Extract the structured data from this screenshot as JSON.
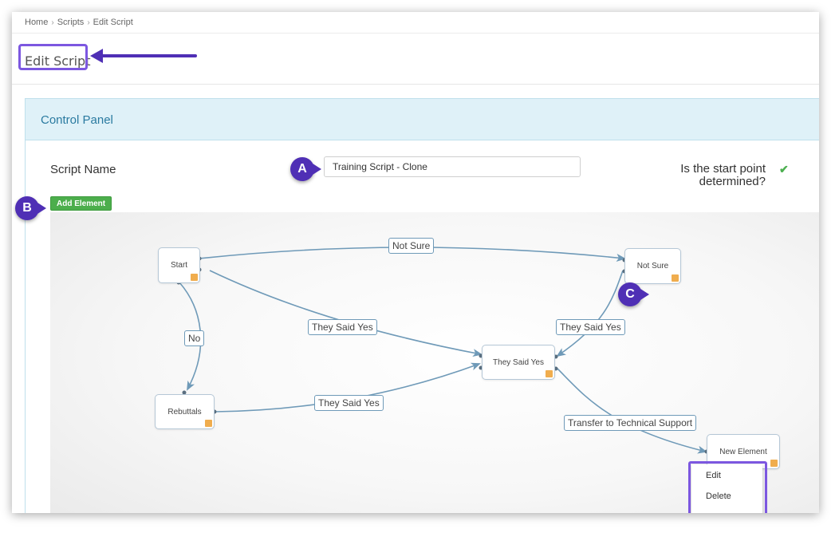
{
  "breadcrumb": {
    "items": [
      "Home",
      "Scripts",
      "Edit Script"
    ]
  },
  "page": {
    "title": "Edit Script"
  },
  "panel": {
    "title": "Control Panel"
  },
  "form": {
    "script_name_label": "Script Name",
    "script_name_value": "Training Script - Clone",
    "start_point_question": "Is the start point determined?",
    "add_element_label": "Add Element"
  },
  "nodes": {
    "start": "Start",
    "rebuttals": "Rebuttals",
    "not_sure": "Not Sure",
    "they_said_yes": "They Said Yes",
    "new_element": "New Element"
  },
  "edges": {
    "not_sure": "Not Sure",
    "no": "No",
    "yes_from_start": "They Said Yes",
    "yes_from_not_sure": "They Said Yes",
    "yes_from_rebuttals": "They Said Yes",
    "transfer": "Transfer to Technical Support"
  },
  "context_menu": {
    "items": [
      "Edit",
      "Delete"
    ]
  },
  "callouts": {
    "a": "A",
    "b": "B",
    "c": "C"
  },
  "colors": {
    "accent": "#7c57e0",
    "badge": "#4f2fb5",
    "edge": "#6f9ab8",
    "add_button": "#4cae4c",
    "panel_header": "#dff1f8"
  },
  "icons": {
    "start_point_status": "checkmark-icon"
  }
}
